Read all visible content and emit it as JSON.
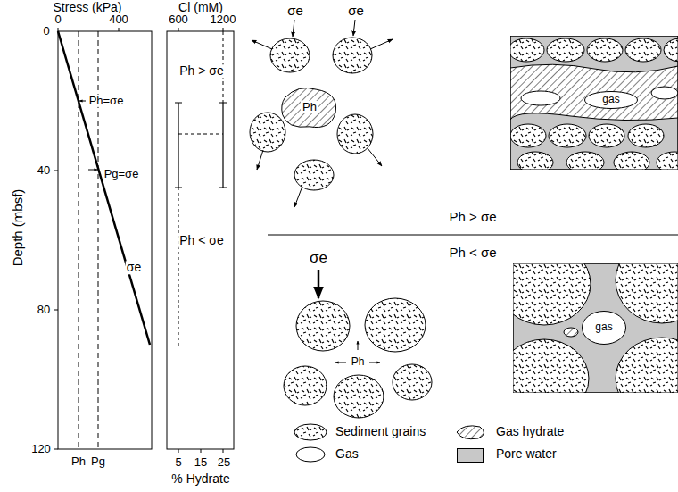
{
  "diagram": {
    "nodes": [
      {
        "text": [
          "Ph"
        ]
      },
      {
        "text": [
          "gas"
        ]
      },
      {
        "text": [
          "gas"
        ]
      }
    ],
    "labels": [
      "Stress (kPa)",
      "0",
      "400",
      "Cl (mM)",
      "600",
      "1200",
      "0",
      "40",
      "80",
      "120",
      "Depth (mbsf)",
      "Ph=σe",
      "Pg=σe",
      "σe",
      "Ph",
      "Pg",
      "5",
      "15",
      "25",
      "% Hydrate",
      "Ph > σe",
      "Ph < σe",
      "σe",
      "σe",
      "Ph > σe",
      "Ph < σe",
      "σe",
      "Ph"
    ],
    "legend": [
      {
        "text": "Sediment grains"
      },
      {
        "text": "Gas"
      },
      {
        "text": "Gas hydrate"
      },
      {
        "text": "Pore water",
        "color": "#c8c8c8"
      }
    ]
  }
}
